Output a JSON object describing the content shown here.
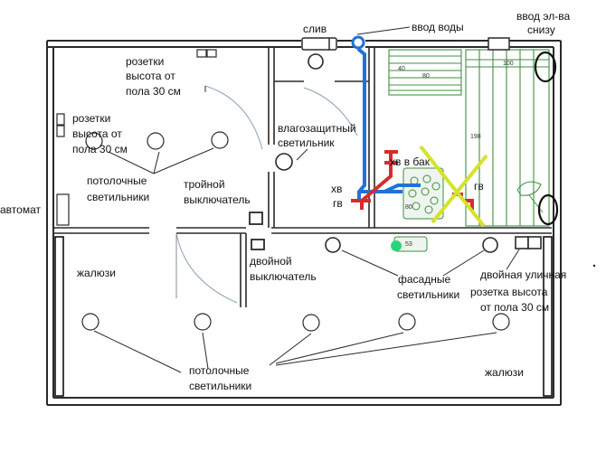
{
  "labels": {
    "drain": "слив",
    "water_inlet": "ввод воды",
    "power_inlet_1": "ввод эл-ва",
    "power_inlet_2": "снизу",
    "sockets_a_1": "розетки",
    "sockets_a_2": "высота от",
    "sockets_a_3": "пола 30 см",
    "sockets_b_1": "розетки",
    "sockets_b_2": "высота от",
    "sockets_b_3": "пола 30 см",
    "moisture_lamp_1": "влагозащитный",
    "moisture_lamp_2": "светильник",
    "ceiling_lamps_1_1": "потолочные",
    "ceiling_lamps_1_2": "светильники",
    "triple_switch_1": "тройной",
    "triple_switch_2": "выключатель",
    "breaker": "автомат",
    "cold_tank": "хв в бак",
    "cold_short": "хв",
    "hot_left": "гв",
    "hot_right": "гв",
    "blinds_left": "жалюзи",
    "double_switch_1": "двойной",
    "double_switch_2": "выключатель",
    "facade_lamps_1": "фасадные",
    "facade_lamps_2": "светильники",
    "outdoor_socket_1": "двойная уличная",
    "outdoor_socket_2": "розетка высота",
    "outdoor_socket_3": "от пола 30 см",
    "ceiling_lamps_2_1": "потолочные",
    "ceiling_lamps_2_2": "светильники",
    "blinds_right": "жалюзи"
  },
  "dimensions": {
    "d40": "40",
    "d80a": "80",
    "d100": "100",
    "d198": "198",
    "d80b": "80",
    "d53": "53"
  },
  "colors": {
    "wall": "#2a2a2a",
    "cold_pipe": "#1f73d6",
    "hot_pipe": "#d92b2b",
    "shelving": "#3f8f3f",
    "cross": "#d6e22a",
    "drain_marker": "#27d67a"
  }
}
